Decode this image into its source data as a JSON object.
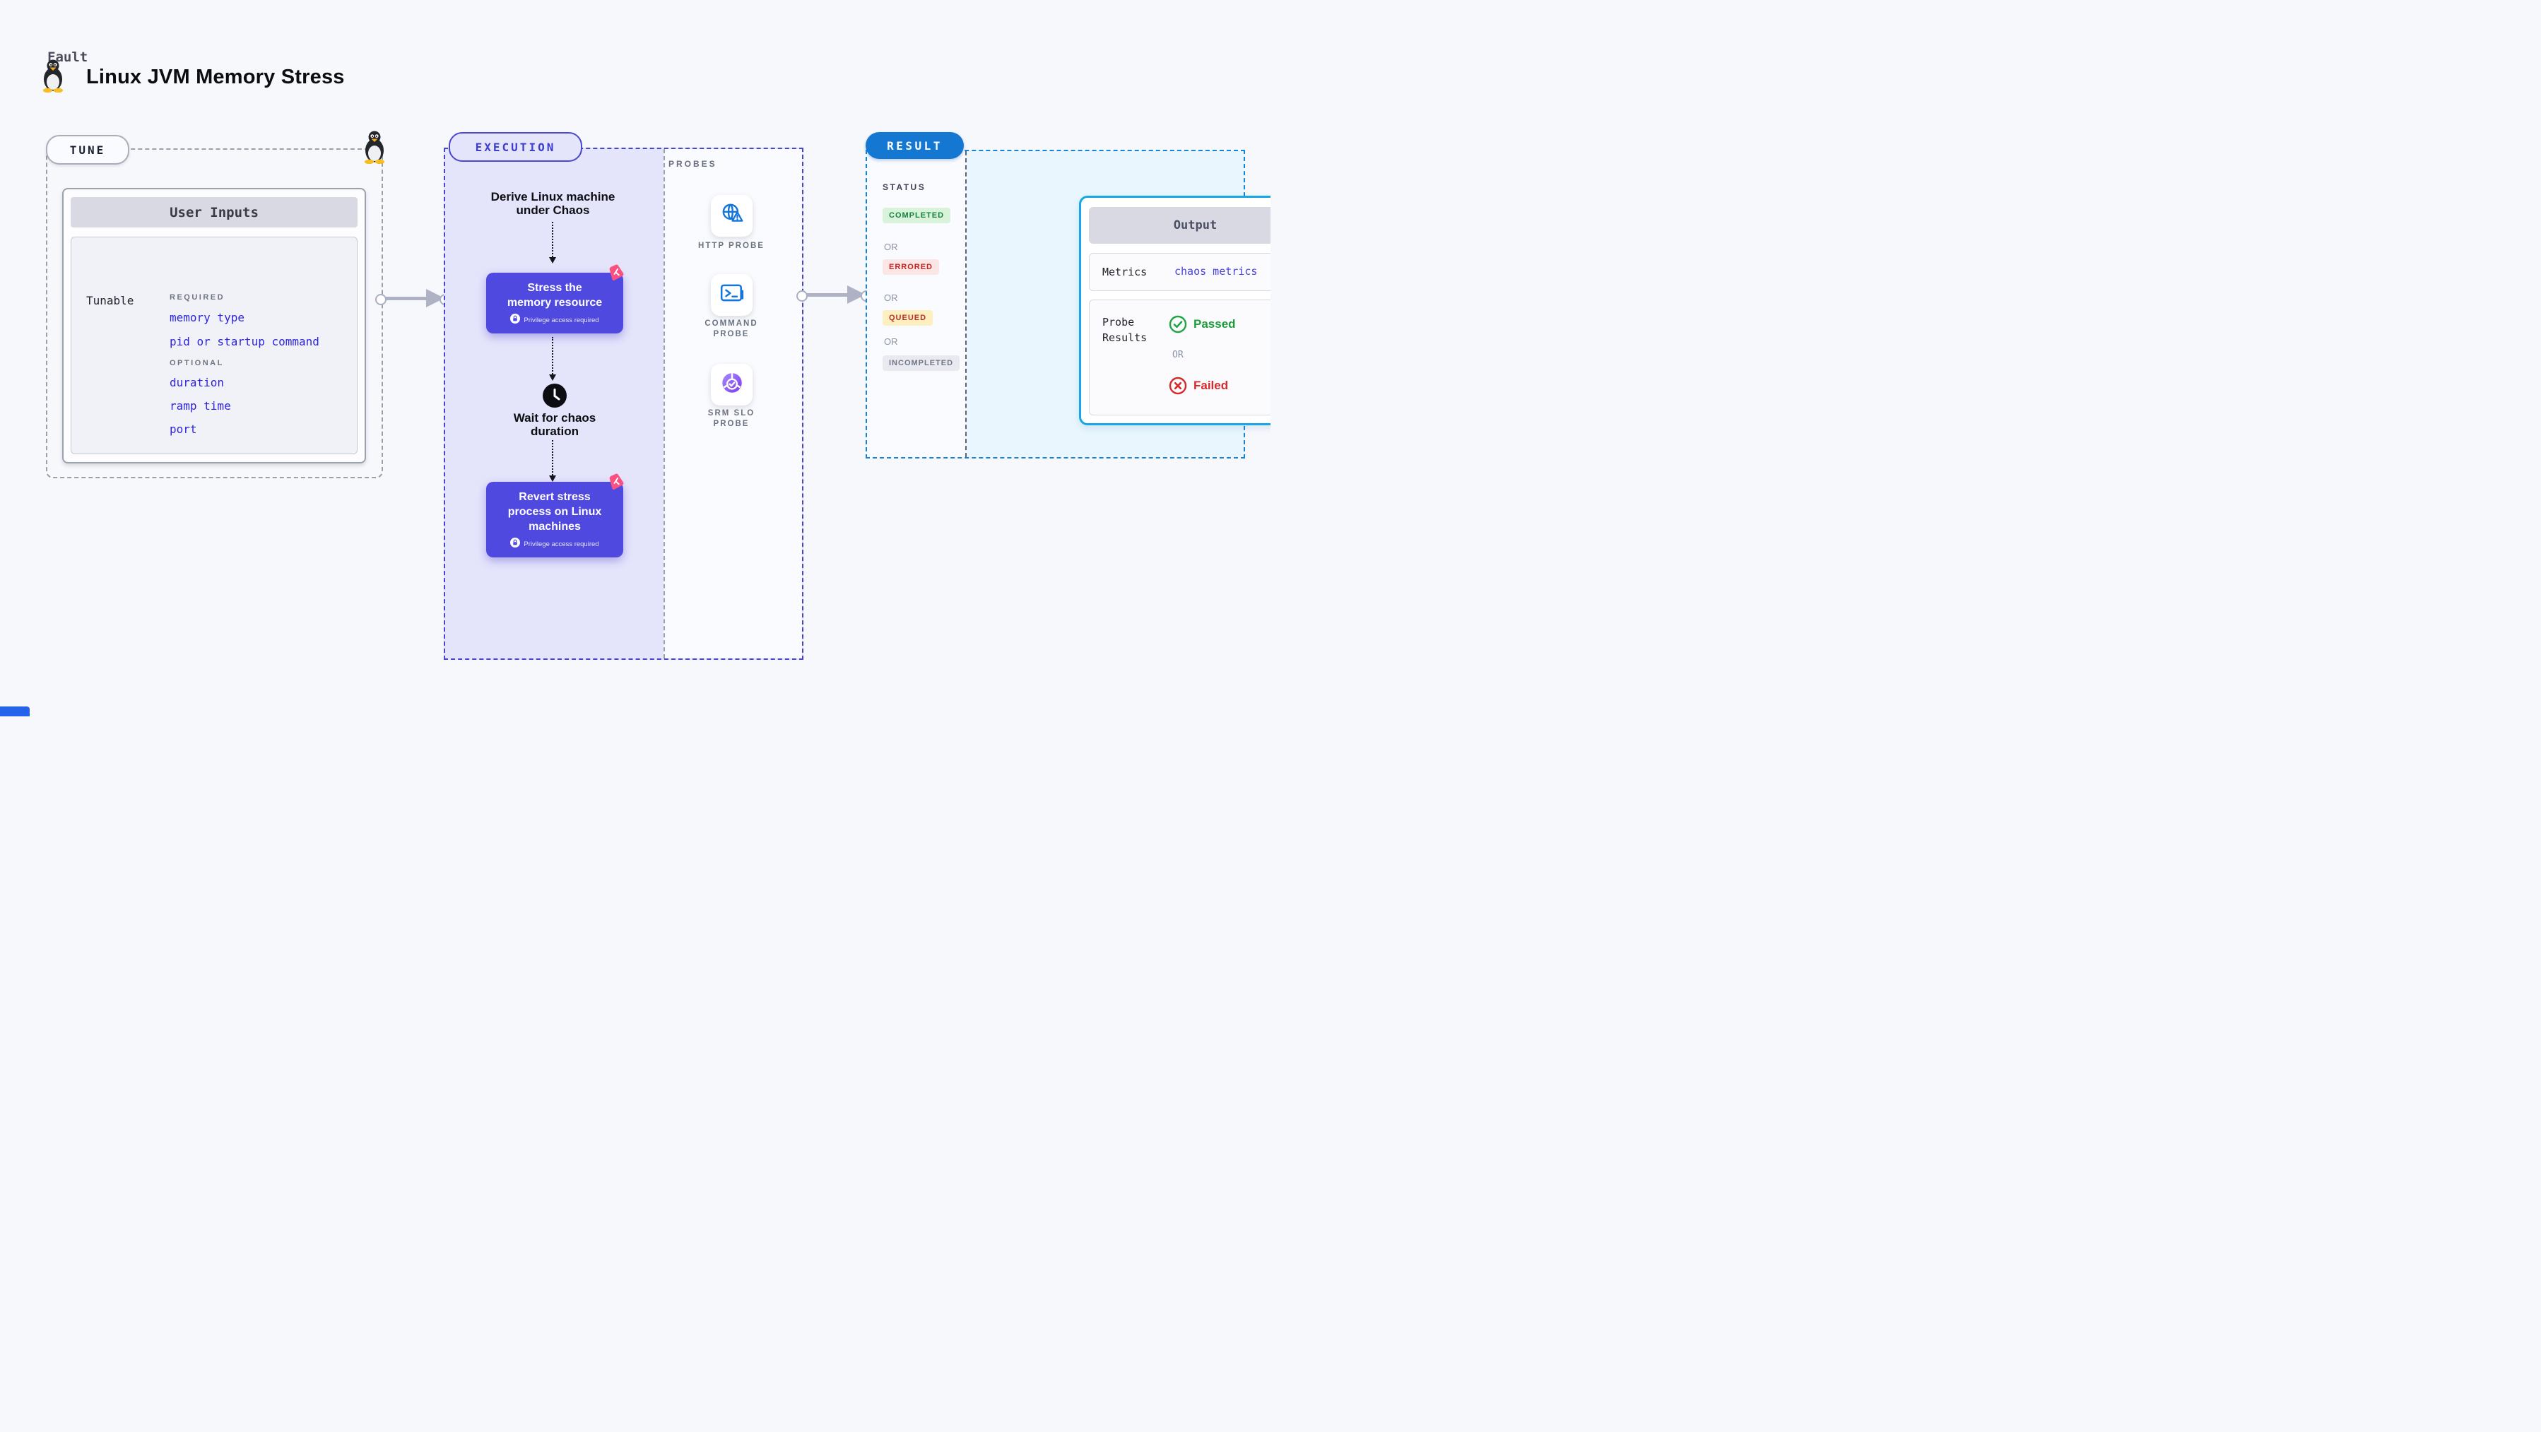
{
  "header": {
    "category": "Fault",
    "title": "Linux JVM Memory Stress"
  },
  "tune": {
    "badge": "TUNE",
    "table_title": "User Inputs",
    "row_label": "Tunable",
    "required_label": "REQUIRED",
    "required_items": [
      "memory type",
      "pid or startup command"
    ],
    "optional_label": "OPTIONAL",
    "optional_items": [
      "duration",
      "ramp time",
      "port"
    ]
  },
  "execution": {
    "badge": "EXECUTION",
    "derive_step": {
      "line1": "Derive Linux machine",
      "line2": "under Chaos"
    },
    "stress_step": {
      "line1": "Stress the",
      "line2": "memory resource",
      "privilege": "Privilege access required"
    },
    "wait_step": {
      "line1": "Wait for chaos",
      "line2": "duration"
    },
    "revert_step": {
      "line1": "Revert stress",
      "line2": "process on Linux",
      "line3": "machines",
      "privilege": "Privilege access required"
    }
  },
  "probes": {
    "label": "PROBES",
    "http": {
      "line1": "HTTP PROBE"
    },
    "command": {
      "line1": "COMMAND",
      "line2": "PROBE"
    },
    "srm": {
      "line1": "SRM SLO",
      "line2": "PROBE"
    }
  },
  "result": {
    "badge": "RESULT",
    "status_label": "STATUS",
    "or_label": "OR",
    "statuses": [
      "COMPLETED",
      "ERRORED",
      "QUEUED",
      "INCOMPLETED"
    ],
    "output": {
      "title": "Output",
      "metrics_label": "Metrics",
      "metrics_value": "chaos metrics",
      "probe_results_line1": "Probe",
      "probe_results_line2": "Results",
      "passed_label": "Passed",
      "or_label": "OR",
      "failed_label": "Failed"
    }
  },
  "colors": {
    "page_bg": "#f7f8fc",
    "execution_fill": "#e4e4fb",
    "execution_border": "#4645ce",
    "step_button": "#5049e0",
    "litmus_pink": "#fa5181",
    "probe_icon_blue": "#1476dd",
    "srm_purple": "#7c3aed",
    "result_blue": "#1478d2",
    "output_border_cyan": "#16a7e4",
    "completed_green": "#15803d",
    "errored_red": "#c42121",
    "queued_yellow_bg": "#fdefc0",
    "passed_green": "#1f9d3c",
    "failed_red": "#d42a2a",
    "link_blue": "#2d24de"
  }
}
